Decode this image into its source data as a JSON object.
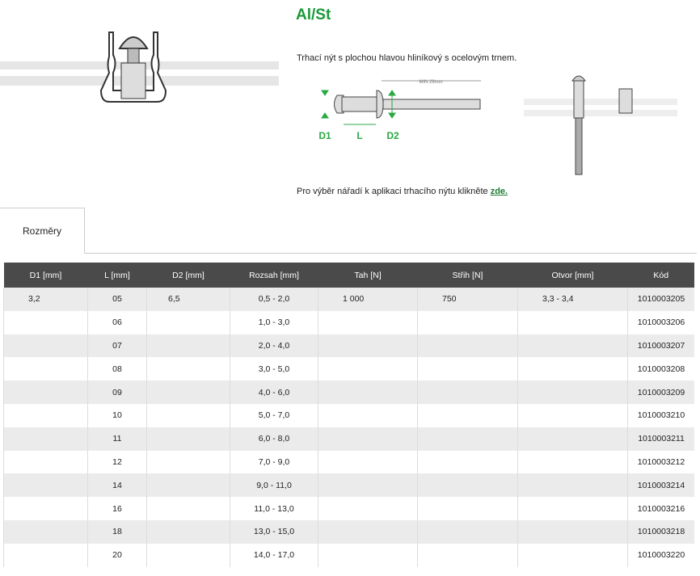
{
  "title": "Al/St",
  "description": "Trhací nýt s plochou hlavou hliníkový s ocelovým trnem.",
  "diagram": {
    "min_label": "MIN 29mm",
    "d1": "D1",
    "l": "L",
    "d2": "D2"
  },
  "tool_text": "Pro výběr nářadí k aplikaci trhacího nýtu klikněte ",
  "tool_link": "zde.",
  "tab": "Rozměry",
  "headers": [
    "D1 [mm]",
    "L [mm]",
    "D2 [mm]",
    "Rozsah [mm]",
    "Tah [N]",
    "Střih [N]",
    "Otvor [mm]",
    "Kód"
  ],
  "rows": [
    [
      "3,2",
      "05",
      "6,5",
      "0,5 - 2,0",
      "1 000",
      "750",
      "3,3 - 3,4",
      "1010003205"
    ],
    [
      "",
      "06",
      "",
      "1,0 - 3,0",
      "",
      "",
      "",
      "1010003206"
    ],
    [
      "",
      "07",
      "",
      "2,0 - 4,0",
      "",
      "",
      "",
      "1010003207"
    ],
    [
      "",
      "08",
      "",
      "3,0 - 5,0",
      "",
      "",
      "",
      "1010003208"
    ],
    [
      "",
      "09",
      "",
      "4,0 - 6,0",
      "",
      "",
      "",
      "1010003209"
    ],
    [
      "",
      "10",
      "",
      "5,0 - 7,0",
      "",
      "",
      "",
      "1010003210"
    ],
    [
      "",
      "11",
      "",
      "6,0 - 8,0",
      "",
      "",
      "",
      "1010003211"
    ],
    [
      "",
      "12",
      "",
      "7,0 - 9,0",
      "",
      "",
      "",
      "1010003212"
    ],
    [
      "",
      "14",
      "",
      "9,0 - 11,0",
      "",
      "",
      "",
      "1010003214"
    ],
    [
      "",
      "16",
      "",
      "11,0 - 13,0",
      "",
      "",
      "",
      "1010003216"
    ],
    [
      "",
      "18",
      "",
      "13,0 - 15,0",
      "",
      "",
      "",
      "1010003218"
    ],
    [
      "",
      "20",
      "",
      "14,0 - 17,0",
      "",
      "",
      "",
      "1010003220"
    ]
  ]
}
